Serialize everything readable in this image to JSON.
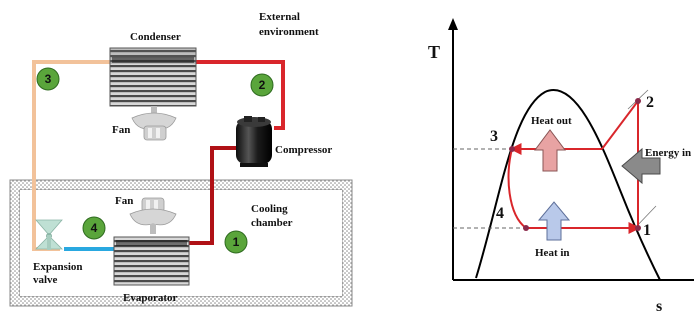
{
  "colors": {
    "hot_line": "#d9262b",
    "warm_line": "#f2c29a",
    "cold_line": "#29a8e0",
    "dark_red_line": "#b01116",
    "badge_fill": "#5aa53b",
    "badge_stroke": "#2f6b20",
    "arrow_heat_out": "#e8a3a3",
    "arrow_heat_in": "#b9c9ea",
    "arrow_energy": "#8a8a8a",
    "dashed": "#666666",
    "chamber_border": "#888888"
  },
  "refrigeration_cycle": {
    "labels": {
      "condenser": "Condenser",
      "external_line1": "External",
      "external_line2": "environment",
      "fan_top": "Fan",
      "compressor": "Compressor",
      "fan_bottom": "Fan",
      "cooling_line1": "Cooling",
      "cooling_line2": "chamber",
      "expansion_line1": "Expansion",
      "expansion_line2": "valve",
      "evaporator": "Evaporator"
    },
    "badges": [
      "1",
      "2",
      "3",
      "4"
    ]
  },
  "ts_diagram": {
    "axis_t": "T",
    "axis_s": "s",
    "points": [
      "1",
      "2",
      "3",
      "4"
    ],
    "heat_out": "Heat out",
    "heat_in": "Heat in",
    "energy_in": "Energy in"
  }
}
